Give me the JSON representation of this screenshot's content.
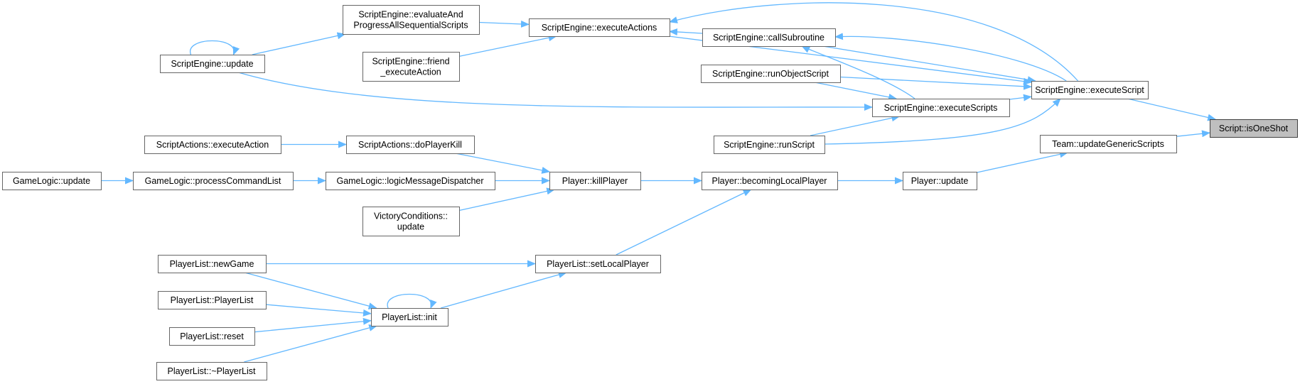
{
  "graph": {
    "type": "call-graph",
    "edge_color": "#63b8ff",
    "highlight_color": "#bfbfbf",
    "nodes": [
      {
        "id": "isOneShot",
        "lines": [
          "Script::isOneShot"
        ],
        "highlight": true
      },
      {
        "id": "executeScript",
        "lines": [
          "ScriptEngine::executeScript"
        ]
      },
      {
        "id": "updateGenericScripts",
        "lines": [
          "Team::updateGenericScripts"
        ]
      },
      {
        "id": "executeActions",
        "lines": [
          "ScriptEngine::executeActions"
        ]
      },
      {
        "id": "callSubroutine",
        "lines": [
          "ScriptEngine::callSubroutine"
        ]
      },
      {
        "id": "runObjectScript",
        "lines": [
          "ScriptEngine::runObjectScript"
        ]
      },
      {
        "id": "executeScripts",
        "lines": [
          "ScriptEngine::executeScripts"
        ]
      },
      {
        "id": "runScript",
        "lines": [
          "ScriptEngine::runScript"
        ]
      },
      {
        "id": "evaluateAndProgress",
        "lines": [
          "ScriptEngine::evaluateAnd",
          "ProgressAllSequentialScripts"
        ]
      },
      {
        "id": "friendExecuteAction",
        "lines": [
          "ScriptEngine::friend",
          "_executeAction"
        ]
      },
      {
        "id": "seUpdate",
        "lines": [
          "ScriptEngine::update"
        ]
      },
      {
        "id": "playerUpdate",
        "lines": [
          "Player::update"
        ]
      },
      {
        "id": "becomingLocalPlayer",
        "lines": [
          "Player::becomingLocalPlayer"
        ]
      },
      {
        "id": "killPlayer",
        "lines": [
          "Player::killPlayer"
        ]
      },
      {
        "id": "doPlayerKill",
        "lines": [
          "ScriptActions::doPlayerKill"
        ]
      },
      {
        "id": "saExecuteAction",
        "lines": [
          "ScriptActions::executeAction"
        ]
      },
      {
        "id": "logicMessageDispatcher",
        "lines": [
          "GameLogic::logicMessageDispatcher"
        ]
      },
      {
        "id": "processCommandList",
        "lines": [
          "GameLogic::processCommandList"
        ]
      },
      {
        "id": "glUpdate",
        "lines": [
          "GameLogic::update"
        ]
      },
      {
        "id": "vcUpdate",
        "lines": [
          "VictoryConditions::",
          "update"
        ]
      },
      {
        "id": "setLocalPlayer",
        "lines": [
          "PlayerList::setLocalPlayer"
        ]
      },
      {
        "id": "plNewGame",
        "lines": [
          "PlayerList::newGame"
        ]
      },
      {
        "id": "plInit",
        "lines": [
          "PlayerList::init"
        ]
      },
      {
        "id": "plPlayerList",
        "lines": [
          "PlayerList::PlayerList"
        ]
      },
      {
        "id": "plReset",
        "lines": [
          "PlayerList::reset"
        ]
      },
      {
        "id": "plDestructor",
        "lines": [
          "PlayerList::~PlayerList"
        ]
      }
    ],
    "edges": [
      {
        "from": "executeScript",
        "to": "isOneShot"
      },
      {
        "from": "updateGenericScripts",
        "to": "isOneShot"
      },
      {
        "from": "executeActions",
        "to": "executeScript"
      },
      {
        "from": "callSubroutine",
        "to": "executeScript"
      },
      {
        "from": "runObjectScript",
        "to": "executeScript"
      },
      {
        "from": "executeScripts",
        "to": "executeScript"
      },
      {
        "from": "runScript",
        "to": "executeScript"
      },
      {
        "from": "playerUpdate",
        "to": "updateGenericScripts"
      },
      {
        "from": "callSubroutine",
        "to": "executeActions"
      },
      {
        "from": "evaluateAndProgress",
        "to": "executeActions"
      },
      {
        "from": "friendExecuteAction",
        "to": "executeActions"
      },
      {
        "from": "executeScript",
        "to": "executeActions"
      },
      {
        "from": "executeScript",
        "to": "callSubroutine"
      },
      {
        "from": "executeScripts",
        "to": "callSubroutine"
      },
      {
        "from": "runObjectScript",
        "to": "executeScripts"
      },
      {
        "from": "runScript",
        "to": "executeScripts"
      },
      {
        "from": "seUpdate",
        "to": "executeScripts"
      },
      {
        "from": "seUpdate",
        "to": "evaluateAndProgress"
      },
      {
        "from": "seUpdate",
        "to": "seUpdate"
      },
      {
        "from": "becomingLocalPlayer",
        "to": "playerUpdate"
      },
      {
        "from": "killPlayer",
        "to": "becomingLocalPlayer"
      },
      {
        "from": "setLocalPlayer",
        "to": "becomingLocalPlayer"
      },
      {
        "from": "doPlayerKill",
        "to": "killPlayer"
      },
      {
        "from": "logicMessageDispatcher",
        "to": "killPlayer"
      },
      {
        "from": "vcUpdate",
        "to": "killPlayer"
      },
      {
        "from": "saExecuteAction",
        "to": "doPlayerKill"
      },
      {
        "from": "processCommandList",
        "to": "logicMessageDispatcher"
      },
      {
        "from": "glUpdate",
        "to": "processCommandList"
      },
      {
        "from": "plNewGame",
        "to": "setLocalPlayer"
      },
      {
        "from": "plInit",
        "to": "setLocalPlayer"
      },
      {
        "from": "plNewGame",
        "to": "plInit"
      },
      {
        "from": "plPlayerList",
        "to": "plInit"
      },
      {
        "from": "plReset",
        "to": "plInit"
      },
      {
        "from": "plDestructor",
        "to": "plInit"
      },
      {
        "from": "plInit",
        "to": "plInit"
      }
    ]
  }
}
